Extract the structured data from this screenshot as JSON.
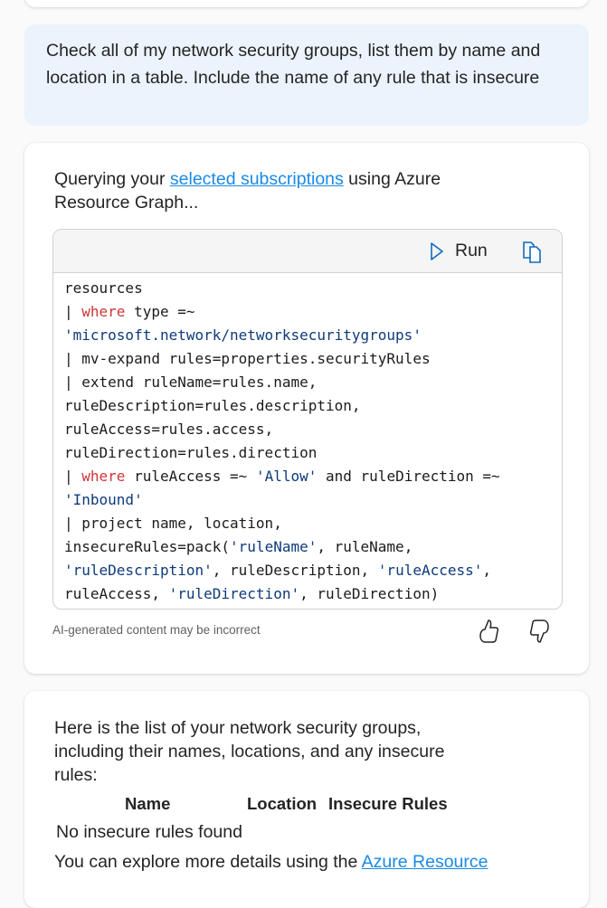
{
  "user_message": "Check all of my network security groups, list them by name and location in a table. Include the name of any rule that is insecure",
  "response1": {
    "intro_before": "Querying your ",
    "intro_link": "selected subscriptions",
    "intro_after": " using Azure Resource Graph...",
    "run_label": "Run",
    "code_lines": [
      [
        [
          "t",
          "resources"
        ]
      ],
      [
        [
          "t",
          "| "
        ],
        [
          "kw",
          "where"
        ],
        [
          "t",
          " type =~"
        ]
      ],
      [
        [
          "str",
          "'microsoft.network/networksecuritygroups'"
        ]
      ],
      [
        [
          "t",
          "| mv-expand rules=properties.securityRules"
        ]
      ],
      [
        [
          "t",
          "| extend ruleName=rules.name,"
        ]
      ],
      [
        [
          "t",
          "ruleDescription=rules.description,"
        ]
      ],
      [
        [
          "t",
          "ruleAccess=rules.access,"
        ]
      ],
      [
        [
          "t",
          "ruleDirection=rules.direction"
        ]
      ],
      [
        [
          "t",
          "| "
        ],
        [
          "kw",
          "where"
        ],
        [
          "t",
          " ruleAccess =~ "
        ],
        [
          "str",
          "'Allow'"
        ],
        [
          "t",
          " and ruleDirection =~"
        ]
      ],
      [
        [
          "str",
          "'Inbound'"
        ]
      ],
      [
        [
          "t",
          "| project name, location,"
        ]
      ],
      [
        [
          "t",
          "insecureRules=pack("
        ],
        [
          "str",
          "'ruleName'"
        ],
        [
          "t",
          ", ruleName,"
        ]
      ],
      [
        [
          "str",
          "'ruleDescription'"
        ],
        [
          "t",
          ", ruleDescription, "
        ],
        [
          "str",
          "'ruleAccess'"
        ],
        [
          "t",
          ","
        ]
      ],
      [
        [
          "t",
          "ruleAccess, "
        ],
        [
          "str",
          "'ruleDirection'"
        ],
        [
          "t",
          ", ruleDirection)"
        ]
      ]
    ],
    "disclaimer": "AI-generated content may be incorrect"
  },
  "response2": {
    "intro": "Here is the list of your network security groups, including their names, locations, and any insecure rules:",
    "columns": [
      "Name",
      "Location",
      "Insecure Rules"
    ],
    "empty_row": "No insecure rules found",
    "more_before": "You can explore more details using the ",
    "more_link": "Azure Resource"
  },
  "colors": {
    "accent": "#0f6cbd",
    "user_bubble": "#ebf3fc",
    "keyword": "#d13438",
    "string": "#0e3a7a"
  }
}
